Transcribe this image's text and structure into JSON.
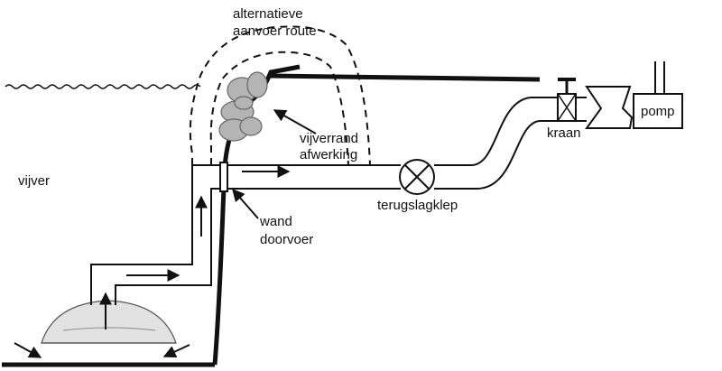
{
  "labels": {
    "alt_route_line1": "alternatieve",
    "alt_route_line2": "aanvoer route",
    "pond": "vijver",
    "pond_edge_line1": "vijverrand",
    "pond_edge_line2": "afwerking",
    "wall_line1": "wand",
    "wall_line2": "doorvoer",
    "check_valve": "terugslagklep",
    "tap": "kraan",
    "pump": "pomp"
  },
  "colors": {
    "line": "#111111",
    "cloud": "#b4b4b4",
    "cloud_stroke": "#666666",
    "dome": "#e2e2e2"
  }
}
